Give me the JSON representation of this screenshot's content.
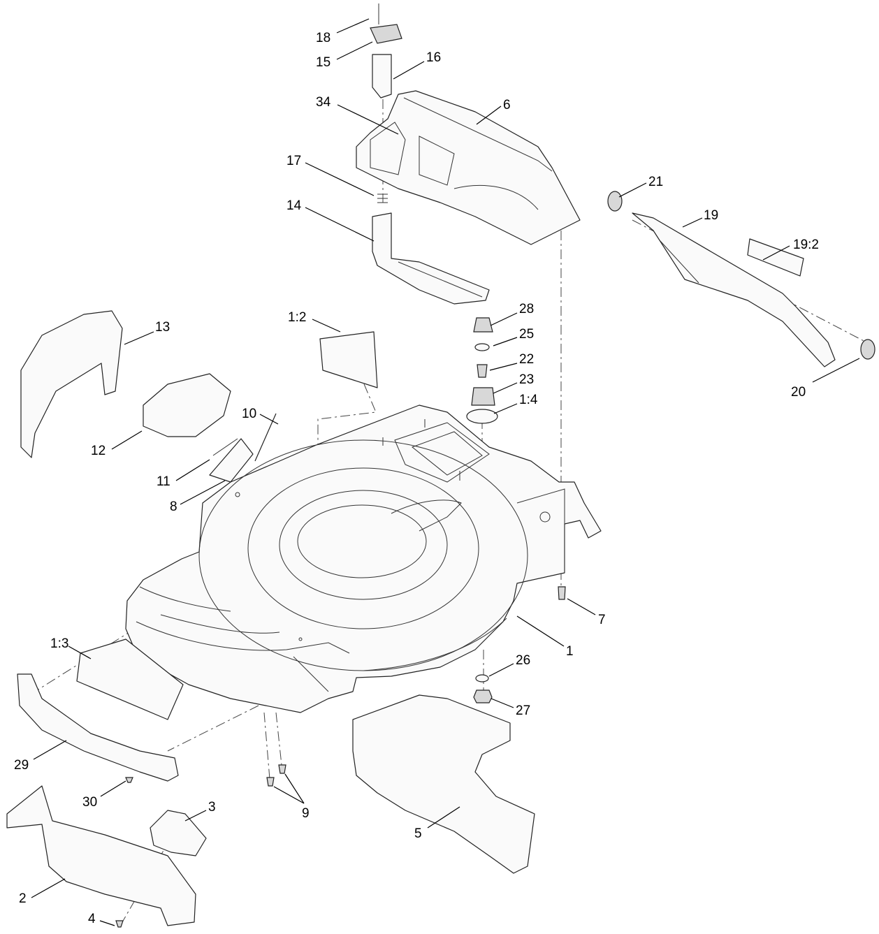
{
  "callouts": [
    {
      "id": "c18",
      "text": "18"
    },
    {
      "id": "c15",
      "text": "15"
    },
    {
      "id": "c16",
      "text": "16"
    },
    {
      "id": "c34",
      "text": "34"
    },
    {
      "id": "c6",
      "text": "6"
    },
    {
      "id": "c17",
      "text": "17"
    },
    {
      "id": "c14",
      "text": "14"
    },
    {
      "id": "c21",
      "text": "21"
    },
    {
      "id": "c19",
      "text": "19"
    },
    {
      "id": "c19-2",
      "text": "19:2"
    },
    {
      "id": "c13",
      "text": "13"
    },
    {
      "id": "c1-2",
      "text": "1:2"
    },
    {
      "id": "c28",
      "text": "28"
    },
    {
      "id": "c25",
      "text": "25"
    },
    {
      "id": "c22",
      "text": "22"
    },
    {
      "id": "c23",
      "text": "23"
    },
    {
      "id": "c1-4",
      "text": "1:4"
    },
    {
      "id": "c20",
      "text": "20"
    },
    {
      "id": "c10",
      "text": "10"
    },
    {
      "id": "c12",
      "text": "12"
    },
    {
      "id": "c11",
      "text": "11"
    },
    {
      "id": "c8",
      "text": "8"
    },
    {
      "id": "c7",
      "text": "7"
    },
    {
      "id": "c1",
      "text": "1"
    },
    {
      "id": "c1-3",
      "text": "1:3"
    },
    {
      "id": "c26",
      "text": "26"
    },
    {
      "id": "c27",
      "text": "27"
    },
    {
      "id": "c29",
      "text": "29"
    },
    {
      "id": "c30",
      "text": "30"
    },
    {
      "id": "c9",
      "text": "9"
    },
    {
      "id": "c3",
      "text": "3"
    },
    {
      "id": "c5",
      "text": "5"
    },
    {
      "id": "c2",
      "text": "2"
    },
    {
      "id": "c4",
      "text": "4"
    }
  ]
}
